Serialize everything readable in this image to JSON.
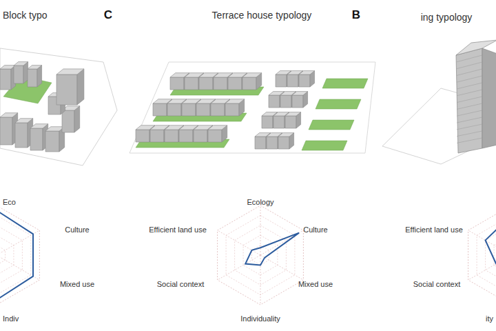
{
  "diagram": {
    "labels": [
      "C",
      "Block typo",
      "B",
      "Terrace house typology",
      "ing typology",
      "Eco",
      "Culture",
      "Mixed use",
      "Indiv",
      "Ecology",
      "Efficient land use",
      "Culture",
      "Social context",
      "Mixed use",
      "Individuality",
      "Efficient land use",
      "Social context",
      "ity"
    ]
  }
}
